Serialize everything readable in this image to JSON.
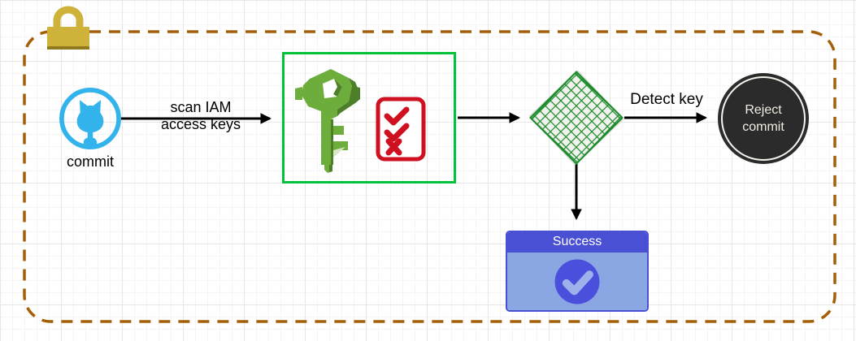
{
  "diagram": {
    "nodes": {
      "commit": {
        "label": "commit",
        "icon": "github-icon"
      },
      "scanner": {
        "icons": [
          "iam-key-icon",
          "checklist-icon"
        ]
      },
      "decision": {
        "shape": "crosshatch-diamond"
      },
      "reject": {
        "line1": "Reject",
        "line2": "commit"
      },
      "success": {
        "title": "Success",
        "icon": "check-circle-icon"
      }
    },
    "edges": {
      "scan": {
        "line1": "scan IAM",
        "line2": "access keys"
      },
      "detect": {
        "label": "Detect key"
      }
    },
    "colors": {
      "boundary_dash": "#a45f08",
      "lock_gold": "#cfb23a",
      "github_blue": "#33b3ec",
      "scanner_border_green": "#00c33b",
      "key_green": "#6cad3c",
      "key_green_dark": "#4c7f27",
      "checklist_red": "#cf1020",
      "hatch_green": "#1b8c2a",
      "reject_fill": "#2b2b2b",
      "reject_text": "#f1ede2",
      "success_header": "#4a50d4",
      "success_body": "#8ba7e3",
      "arrow_black": "#000000"
    }
  }
}
